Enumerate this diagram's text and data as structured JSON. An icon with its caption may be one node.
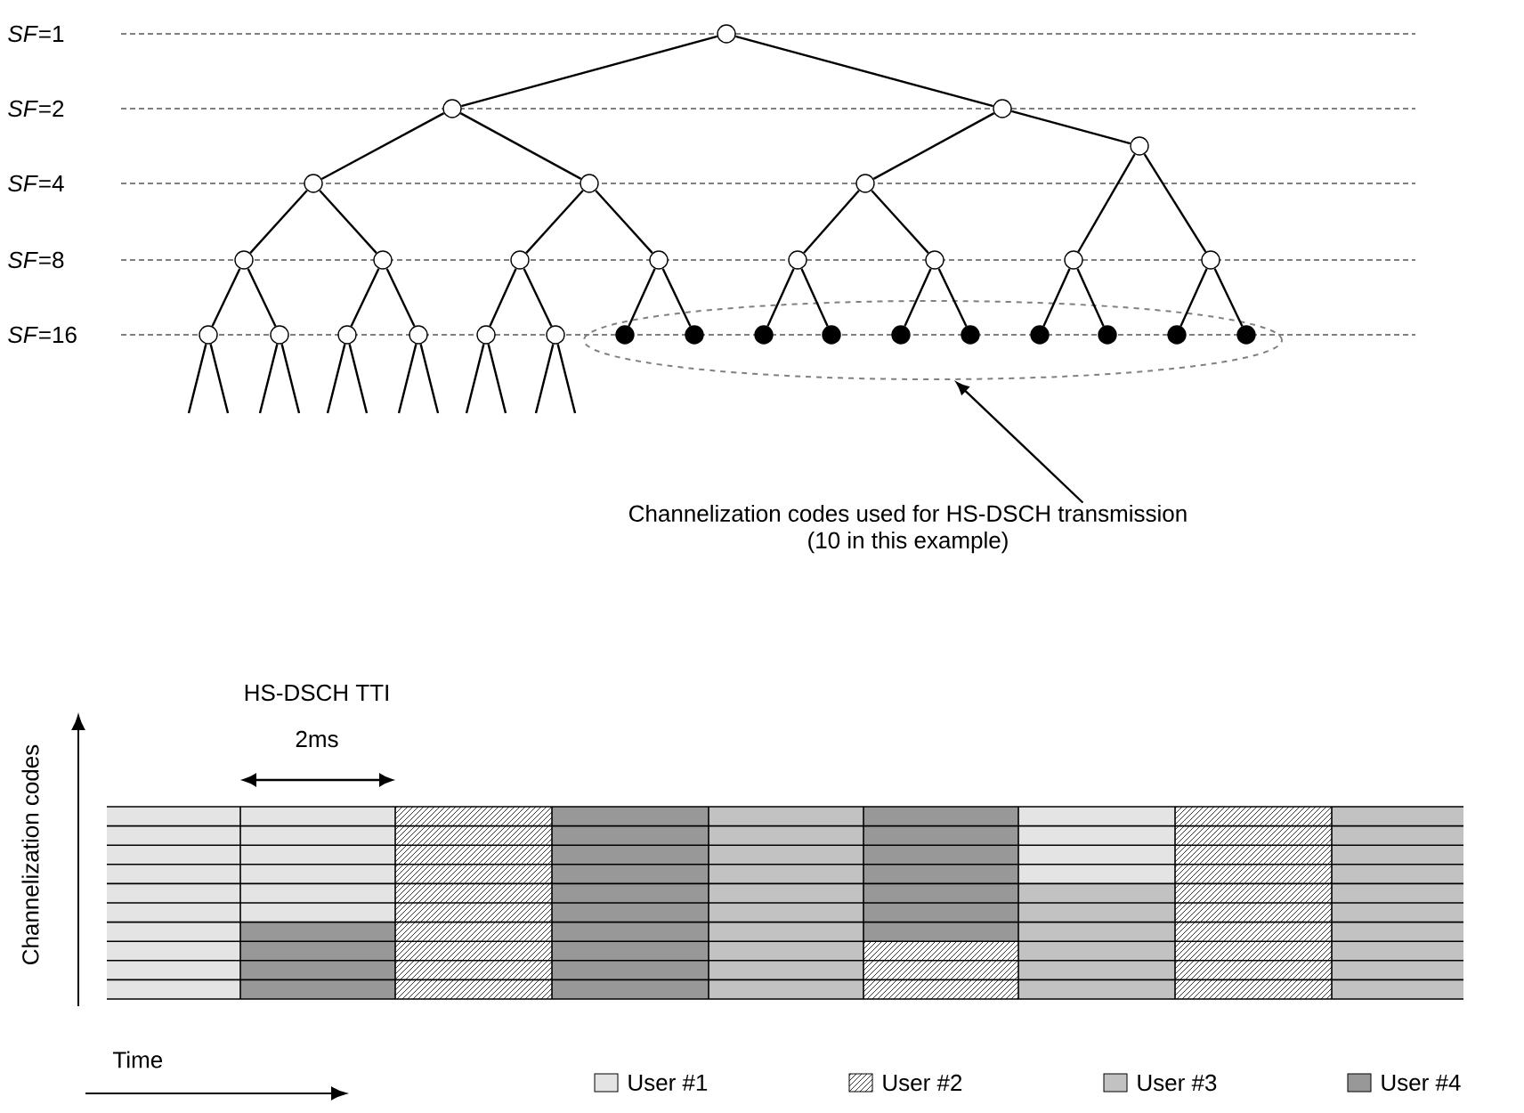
{
  "diagram": {
    "nodes": [
      {
        "text": [],
        "shape": "circle"
      },
      {
        "text": [],
        "shape": "circle"
      },
      {
        "text": [],
        "shape": "circle"
      },
      {
        "text": [],
        "shape": "circle"
      },
      {
        "text": [],
        "shape": "circle"
      },
      {
        "text": [],
        "shape": "circle"
      },
      {
        "text": [],
        "shape": "circle"
      },
      {
        "text": [],
        "shape": "circle"
      },
      {
        "text": [],
        "shape": "circle"
      },
      {
        "text": [],
        "shape": "circle"
      },
      {
        "text": [],
        "shape": "circle"
      },
      {
        "text": [],
        "shape": "circle"
      },
      {
        "text": [],
        "shape": "circle"
      },
      {
        "text": [],
        "shape": "circle"
      },
      {
        "text": [],
        "shape": "circle"
      },
      {
        "text": [],
        "shape": "ellipse"
      },
      {
        "text": [],
        "shape": "circle"
      },
      {
        "text": [],
        "shape": "circle"
      },
      {
        "text": [],
        "shape": "circle"
      },
      {
        "text": [],
        "shape": "circle"
      },
      {
        "text": [],
        "shape": "circle"
      },
      {
        "text": [],
        "shape": "circle"
      },
      {
        "text": [],
        "shape": "dot",
        "in": 15
      },
      {
        "text": [],
        "shape": "dot",
        "in": 15
      },
      {
        "text": [],
        "shape": "dot",
        "in": 15
      },
      {
        "text": [],
        "shape": "dot",
        "in": 15
      },
      {
        "text": [],
        "shape": "dot",
        "in": 15
      },
      {
        "text": [],
        "shape": "dot",
        "in": 15
      },
      {
        "text": [],
        "shape": "dot",
        "in": 15
      },
      {
        "text": [],
        "shape": "dot",
        "in": 15
      },
      {
        "text": [],
        "shape": "dot",
        "in": 15
      },
      {
        "text": [],
        "shape": "dot",
        "in": 15
      },
      {
        "text": [
          "Channelization codes used for HS-DSCH transmission",
          "(10 in this example)"
        ]
      }
    ],
    "edges": [
      {
        "from": 0,
        "to": 1,
        "arrow": "none"
      },
      {
        "from": 0,
        "to": 2,
        "arrow": "none"
      },
      {
        "from": 1,
        "to": 3,
        "arrow": "none"
      },
      {
        "from": 1,
        "to": 4,
        "arrow": "none"
      },
      {
        "from": 2,
        "to": 5,
        "arrow": "none"
      },
      {
        "from": 2,
        "to": 6,
        "arrow": "none"
      },
      {
        "from": 3,
        "to": 7,
        "arrow": "none"
      },
      {
        "from": 3,
        "to": 8,
        "arrow": "none"
      },
      {
        "from": 4,
        "to": 9,
        "arrow": "none"
      },
      {
        "from": 4,
        "to": 10,
        "arrow": "none"
      },
      {
        "from": 5,
        "to": 11,
        "arrow": "none"
      },
      {
        "from": 5,
        "to": 12,
        "arrow": "none"
      },
      {
        "from": 6,
        "to": 13,
        "arrow": "none"
      },
      {
        "from": 6,
        "to": 14,
        "arrow": "none"
      },
      {
        "from": 7,
        "to": 16,
        "arrow": "none"
      },
      {
        "from": 7,
        "to": 17,
        "arrow": "none"
      },
      {
        "from": 8,
        "to": 18,
        "arrow": "none"
      },
      {
        "from": 8,
        "to": 19,
        "arrow": "none"
      },
      {
        "from": 9,
        "to": 20,
        "arrow": "none"
      },
      {
        "from": 9,
        "to": 21,
        "arrow": "none"
      },
      {
        "from": 10,
        "to": 22,
        "arrow": "none"
      },
      {
        "from": 10,
        "to": 23,
        "arrow": "none"
      },
      {
        "from": 11,
        "to": 24,
        "arrow": "none"
      },
      {
        "from": 11,
        "to": 25,
        "arrow": "none"
      },
      {
        "from": 12,
        "to": 26,
        "arrow": "none"
      },
      {
        "from": 12,
        "to": 27,
        "arrow": "none"
      },
      {
        "from": 13,
        "to": 28,
        "arrow": "none"
      },
      {
        "from": 13,
        "to": 29,
        "arrow": "none"
      },
      {
        "from": 14,
        "to": 30,
        "arrow": "none"
      },
      {
        "from": 14,
        "to": 31,
        "arrow": "none"
      },
      {
        "from": 32,
        "to": 15,
        "arrow": "to"
      },
      {
        "from": 16,
        "to": null,
        "arrow": "none"
      },
      {
        "from": 16,
        "to": null,
        "arrow": "none"
      },
      {
        "from": 17,
        "to": null,
        "arrow": "none"
      },
      {
        "from": 17,
        "to": null,
        "arrow": "none"
      },
      {
        "from": 18,
        "to": null,
        "arrow": "none"
      },
      {
        "from": 18,
        "to": null,
        "arrow": "none"
      },
      {
        "from": 19,
        "to": null,
        "arrow": "none"
      },
      {
        "from": 19,
        "to": null,
        "arrow": "none"
      },
      {
        "from": 20,
        "to": null,
        "arrow": "none"
      },
      {
        "from": 20,
        "to": null,
        "arrow": "none"
      },
      {
        "from": 21,
        "to": null,
        "arrow": "none"
      },
      {
        "from": 21,
        "to": null,
        "arrow": "none"
      }
    ],
    "labels": [
      "*SF*=1",
      "*SF*=2",
      "*SF*=4",
      "*SF*=8",
      "*SF*=16",
      "HS-DSCH TTI",
      "2ms",
      "Channelization codes",
      "Time"
    ],
    "legend": [
      {
        "text": "User #1",
        "color": "#e4e4e4"
      },
      {
        "text": "User #2"
      },
      {
        "text": "User #3",
        "color": "#c2c2c2"
      },
      {
        "text": "User #4",
        "color": "#989898"
      }
    ]
  }
}
